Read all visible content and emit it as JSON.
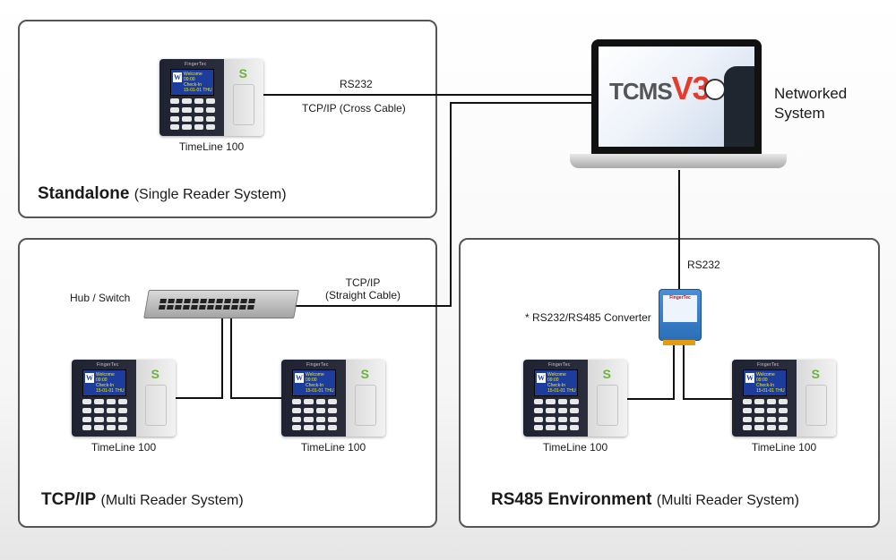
{
  "links": {
    "rs232_top": "RS232",
    "cross_cable": "TCP/IP (Cross Cable)",
    "tcpip_straight_line1": "TCP/IP",
    "tcpip_straight_line2": "(Straight Cable)",
    "rs232_mid": "RS232",
    "converter": "* RS232/RS485 Converter",
    "hub": "Hub / Switch"
  },
  "networked": {
    "line1": "Networked",
    "line2": "System"
  },
  "laptop": {
    "logo_text": "TCMS",
    "logo_version": "V3"
  },
  "device": {
    "brand": "FingerTec",
    "screen_line1": "Welcome",
    "screen_line2": "09:00",
    "screen_line3": "Check-In",
    "screen_line4": "15-01-01  THU"
  },
  "converter_device": {
    "brand": "FingerTec"
  },
  "boxes": {
    "standalone": {
      "bold": "Standalone",
      "sub": "(Single Reader System)",
      "device_label": "TimeLine 100"
    },
    "tcpip": {
      "bold": "TCP/IP",
      "sub": "(Multi Reader System)",
      "device_label_1": "TimeLine 100",
      "device_label_2": "TimeLine 100"
    },
    "rs485": {
      "bold": "RS485 Environment",
      "sub": "(Multi Reader System)",
      "device_label_1": "TimeLine 100",
      "device_label_2": "TimeLine 100"
    }
  }
}
